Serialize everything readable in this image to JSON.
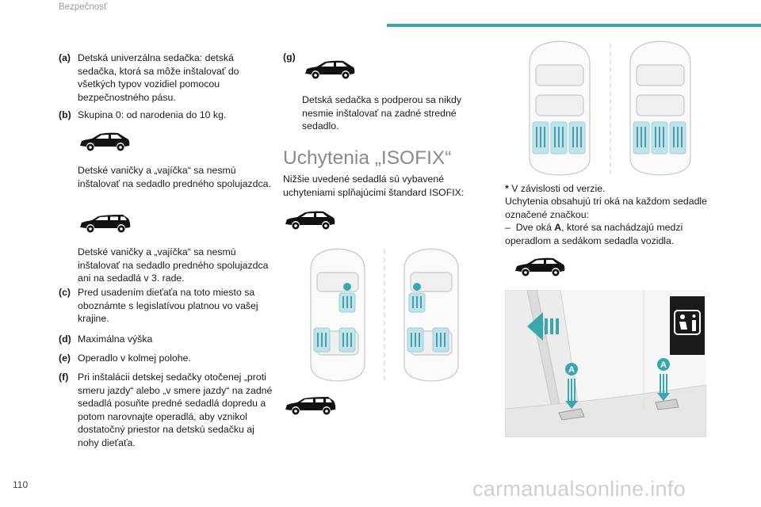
{
  "header": {
    "section_title": "Bezpečnosť",
    "accent_color": "#3aa7b0"
  },
  "page_number": "110",
  "watermark": "carmanualsonline.info",
  "legend": {
    "a": {
      "label": "(a)",
      "text": "Detská univerzálna sedačka: detská sedačka, ktorá sa môže inštalovať do všetkých typov vozidiel pomocou bezpečnostného pásu."
    },
    "b": {
      "label": "(b)",
      "text": "Skupina 0: od narodenia do 10 kg."
    },
    "b_note1": "Detské vaničky a „vajíčka“ sa nesmú inštalovať na sedadlo predného spolujazdca.",
    "b_note2": "Detské vaničky a „vajíčka“ sa nesmú inštalovať na sedadlo predného spolujazdca ani na sedadlá v 3. rade.",
    "c": {
      "label": "(c)",
      "text": "Pred usadením dieťaťa na toto miesto sa oboznámte s legislatívou platnou vo vašej krajine."
    },
    "d": {
      "label": "(d)",
      "text": "Maximálna výška"
    },
    "e": {
      "label": "(e)",
      "text": "Operadlo v kolmej polohe."
    },
    "f": {
      "label": "(f)",
      "text": "Pri inštalácii detskej sedačky otočenej „proti smeru jazdy“ alebo „v smere jazdy“ na zadné sedadlá posuňte predné sedadlá dopredu a potom narovnajte operadlá, aby vznikol dostatočný priestor na detskú sedačku aj nohy dieťaťa."
    },
    "g": {
      "label": "(g)",
      "text": "Detská sedačka s podperou sa nikdy nesmie inštalovať na zadné stredné sedadlo."
    }
  },
  "isofix": {
    "heading": "Uchytenia „ISOFIX“",
    "intro": "Nižšie uvedené sedadlá sú vybavené uchyteniami splňajúcimi štandard ISOFIX:",
    "note_star": "*",
    "note_text": " V závislosti od verzie.",
    "desc": "Uchytenia obsahujú tri oká na každom sedadle označené značkou:",
    "dash": "–",
    "bullet_pre": "Dve oká ",
    "bullet_bold": "A",
    "bullet_post": ", ktoré sa nachádzajú medzi operadlom a sedákom sedadla vozidla.",
    "marker_a": "A"
  },
  "colors": {
    "seat_blue": "#bfe3ea",
    "arrow_teal": "#2e8b99",
    "marker_teal": "#3aa7b0",
    "car_black": "#111111"
  },
  "icons": [
    "car-suv-icon",
    "car-wagon-icon",
    "isofix-child-seat-icon",
    "isofix-star-icon"
  ]
}
